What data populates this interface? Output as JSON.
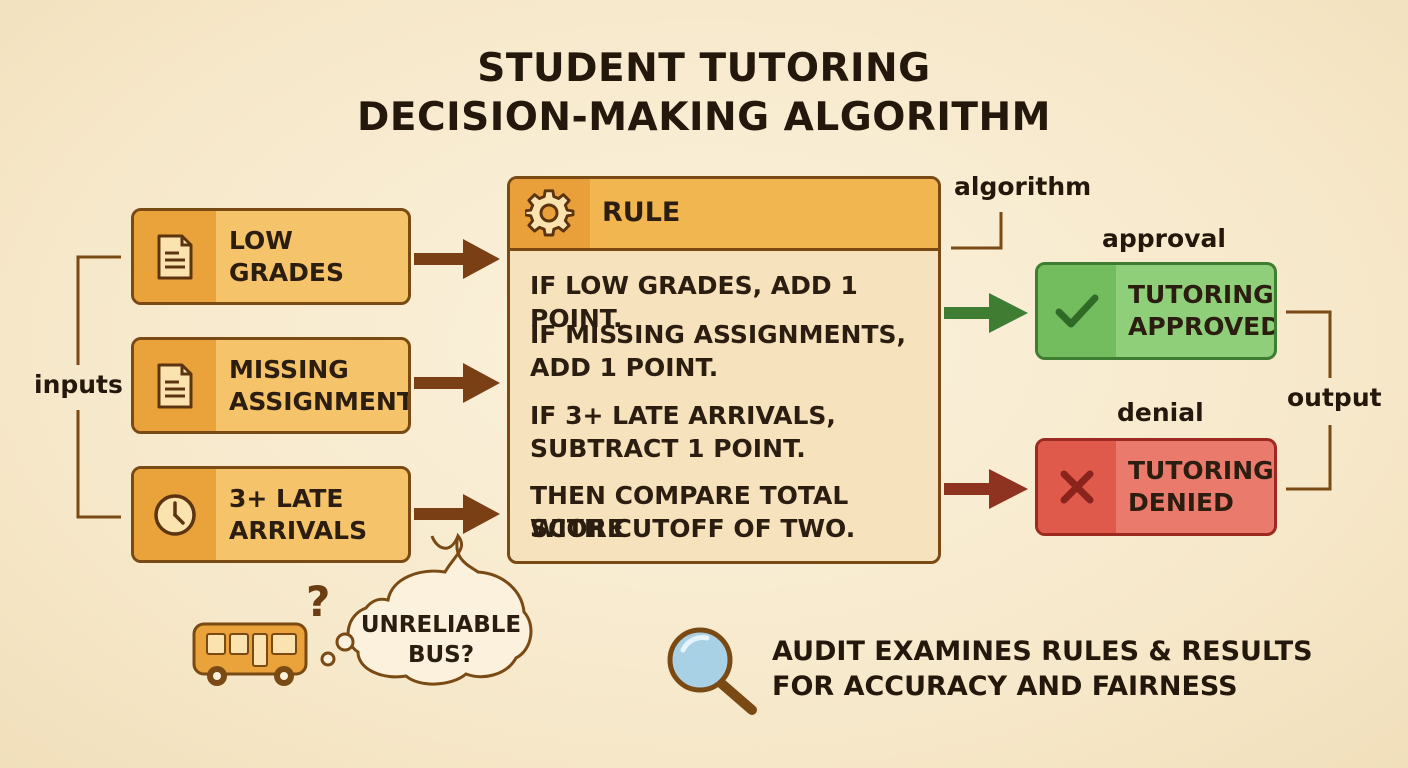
{
  "title": {
    "line1": "STUDENT TUTORING",
    "line2": "DECISION-MAKING ALGORITHM"
  },
  "inputs": {
    "group_label": "inputs",
    "items": [
      {
        "line1": "LOW",
        "line2": "GRADES",
        "icon": "document-icon"
      },
      {
        "line1": "MISSING",
        "line2": "ASSIGNMENTS",
        "icon": "document-icon"
      },
      {
        "line1": "3+ LATE",
        "line2": "ARRIVALS",
        "icon": "clock-icon"
      }
    ]
  },
  "rule": {
    "title": "RULE",
    "tag": "algorithm",
    "lines": [
      "IF LOW GRADES, ADD 1 POINT.",
      "IF MISSING ASSIGNMENTS,",
      "ADD 1 POINT.",
      "IF 3+ LATE ARRIVALS,",
      "SUBTRACT 1 POINT.",
      "THEN COMPARE TOTAL SCORE",
      "WITH CUTOFF OF TWO."
    ]
  },
  "outputs": {
    "group_label": "output",
    "approved": {
      "tag": "approval",
      "line1": "TUTORING",
      "line2": "APPROVED",
      "color": "#8fcf7a"
    },
    "denied": {
      "tag": "denial",
      "line1": "TUTORING",
      "line2": "DENIED",
      "color": "#ea7a6c"
    }
  },
  "bubble": {
    "line1": "UNRELIABLE",
    "line2": "BUS?",
    "mark": "?"
  },
  "audit": {
    "line1": "AUDIT EXAMINES RULES & RESULTS",
    "line2": "FOR ACCURACY AND FAIRNESS"
  }
}
